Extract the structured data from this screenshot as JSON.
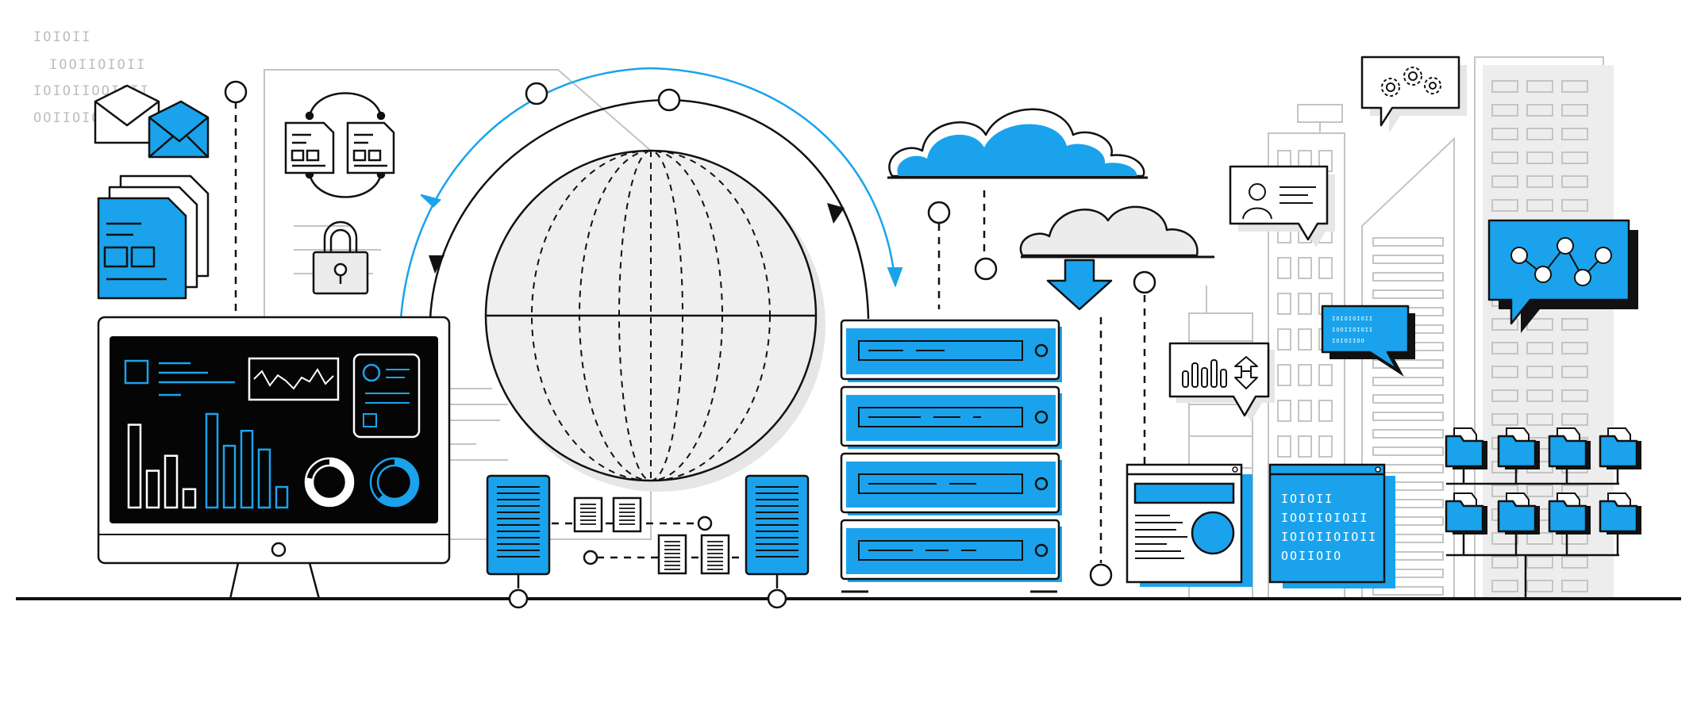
{
  "palette": {
    "accent": "#1aa3ec",
    "ink": "#111111",
    "shade": "#e6e6e6",
    "light_line": "#c4c4c4",
    "screen": "#050505",
    "white": "#ffffff"
  },
  "binary_corner": [
    "IOIOII",
    "IOOIIOIOII",
    "IOIOIIOOIOII",
    "OOIIOIOOIOII"
  ],
  "binary_panel": [
    "IOIOII",
    "IOOIIOIOII",
    "IOIOIIOIOII",
    "OOIIOIO"
  ],
  "binary_bubble": [
    "IOIOIOIOII",
    "IOOIIOIOII",
    "IOIOIIOO"
  ],
  "icons": {
    "envelope_open": "envelope-open-icon",
    "envelope": "envelope-icon",
    "documents": "documents-icon",
    "lock": "lock-icon",
    "sync": "sync-icon",
    "globe": "globe-icon",
    "cloud": "cloud-icon",
    "download": "download-arrow-icon",
    "user": "user-icon",
    "gears": "gears-icon",
    "chart": "chart-icon",
    "network": "network-icon",
    "folder": "folder-icon",
    "server": "server-icon",
    "monitor": "monitor-icon",
    "browser": "browser-window-icon",
    "building": "building-icon"
  },
  "dashboard": {
    "bars_white": [
      0.72,
      0.32,
      0.45,
      0.16
    ],
    "bars_blue": [
      1.0,
      0.66,
      0.82,
      0.62,
      0.22
    ],
    "donut_white": 0.78,
    "donut_blue": 0.62,
    "line_chart": [
      0.5,
      0.75,
      0.3,
      0.62,
      0.45,
      0.2,
      0.55,
      0.42,
      0.8,
      0.35,
      0.6
    ]
  },
  "server_rack": {
    "units": 4
  },
  "folder_tree": {
    "rows": 2,
    "per_row": 4
  }
}
